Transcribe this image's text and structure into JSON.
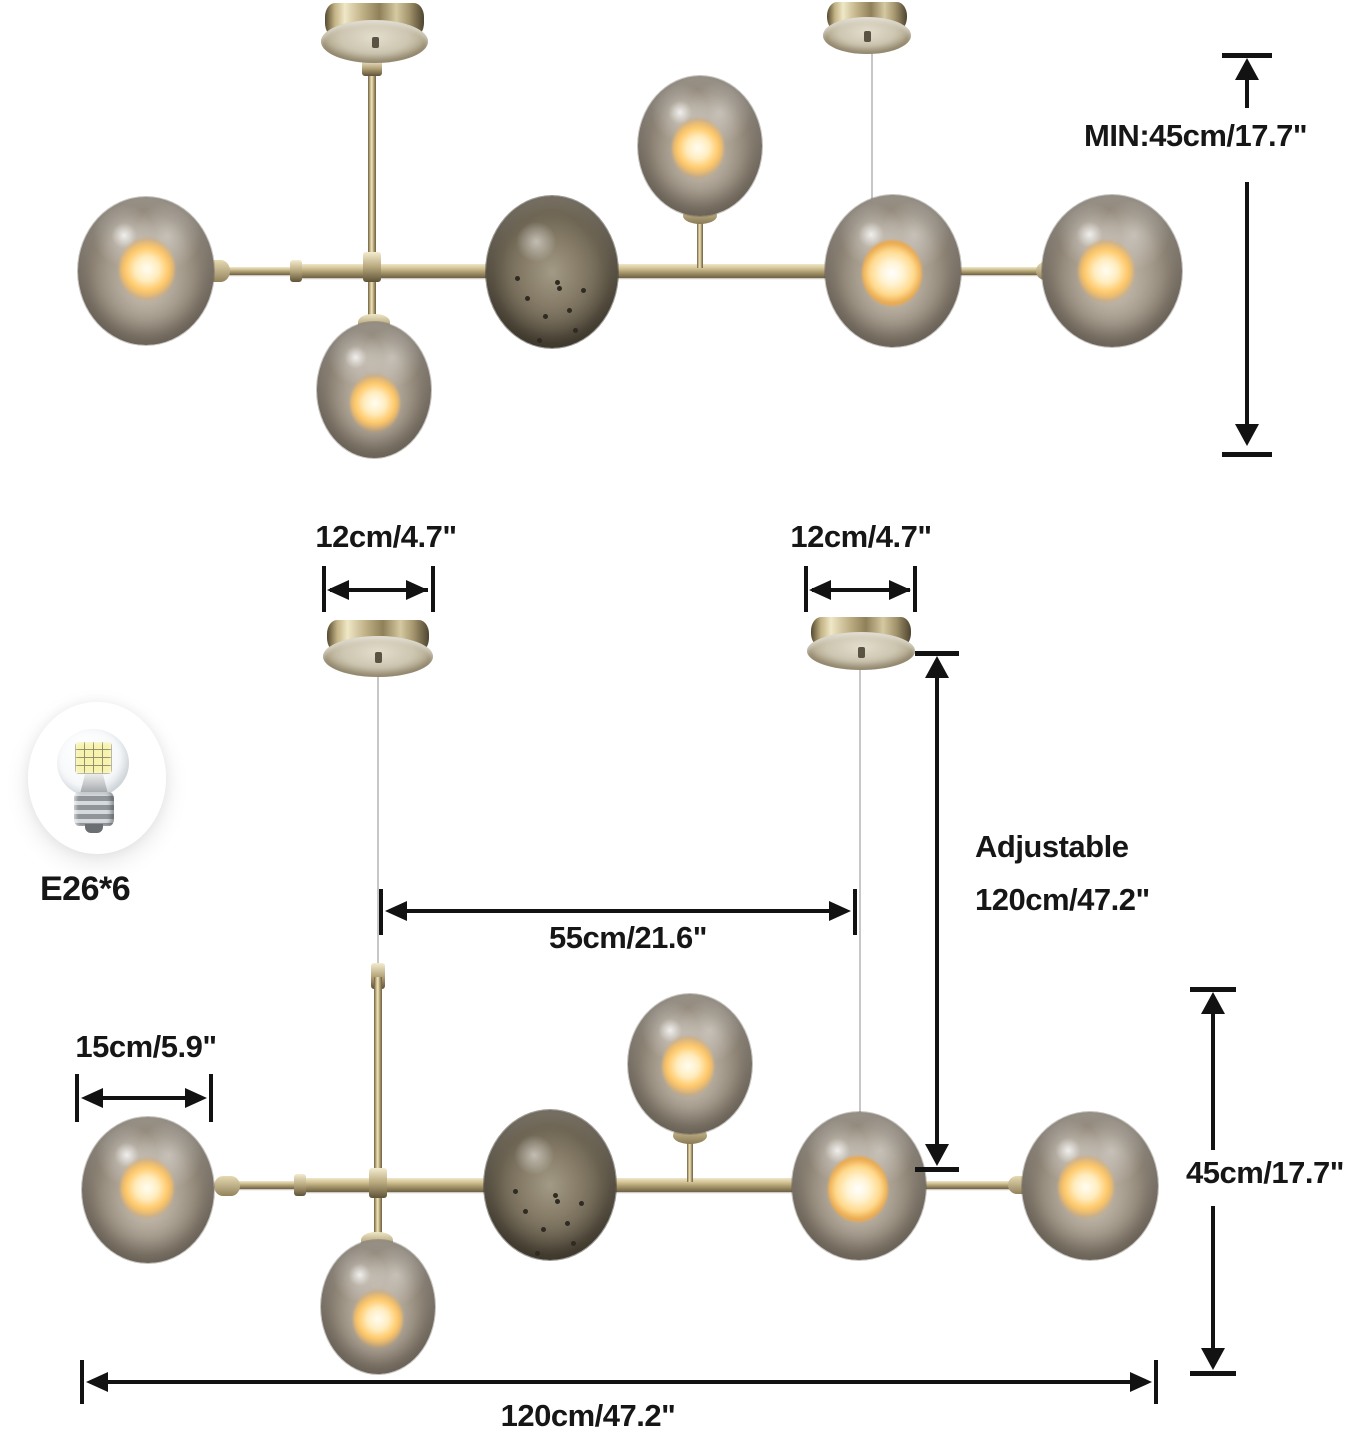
{
  "labels": {
    "min_drop": "MIN:45cm/17.7\"",
    "canopy_width_left": "12cm/4.7\"",
    "canopy_width_right": "12cm/4.7\"",
    "bulb_spec": "E26*6",
    "canopy_spacing": "55cm/21.6\"",
    "adjustable_word": "Adjustable",
    "adjustable_value": "120cm/47.2\"",
    "globe_diameter": "15cm/5.9\"",
    "fixture_height": "45cm/17.7\"",
    "fixture_width": "120cm/47.2\""
  },
  "images": {
    "bulb_image": "e26-led-bulb-photo"
  },
  "colors": {
    "background": "#ffffff",
    "dimension_line": "#121212",
    "text": "#161616",
    "brass": "#b7a77c",
    "brass_dark": "#6f6144",
    "smoke_glass": "#8d8478",
    "warm_glow": "#ffc868",
    "hanging_wire": "#c7c7c7"
  }
}
